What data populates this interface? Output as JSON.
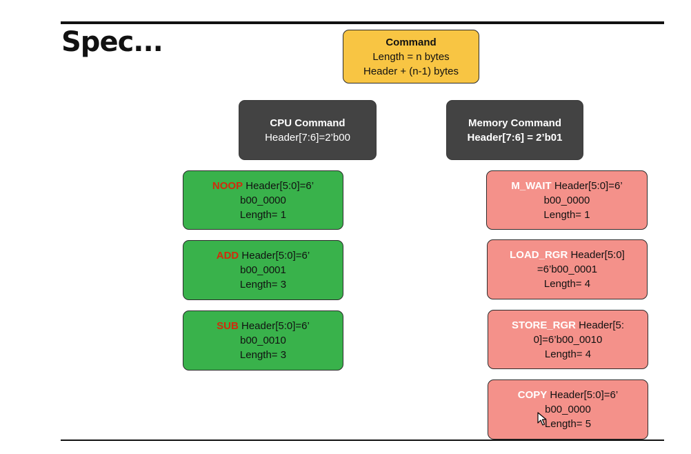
{
  "slide": {
    "title": "Spec..."
  },
  "root": {
    "line1": "Command",
    "line2": "Length = n bytes",
    "line3": "Header + (n-1) bytes"
  },
  "cpu": {
    "title": "CPU Command",
    "header": "Header[7:6]=2’b00",
    "commands": [
      {
        "name": "NOOP",
        "rest1": " Header[5:0]=6’",
        "line2": "b00_0000",
        "line3": "Length= 1"
      },
      {
        "name": "ADD",
        "rest1": " Header[5:0]=6’",
        "line2": "b00_0001",
        "line3": "Length= 3"
      },
      {
        "name": "SUB",
        "rest1": " Header[5:0]=6’",
        "line2": "b00_0010",
        "line3": "Length= 3"
      }
    ]
  },
  "memory": {
    "title": "Memory Command",
    "header": "Header[7:6] = 2’b01",
    "commands": [
      {
        "name": "M_WAIT",
        "rest1": " Header[5:0]=6’",
        "line2": "b00_0000",
        "line3": "Length= 1"
      },
      {
        "name": "LOAD_RGR",
        "rest1": " Header[5:0]",
        "line2": "=6’b00_0001",
        "line3": "Length= 4"
      },
      {
        "name": "STORE_RGR",
        "rest1": " Header[5:",
        "line2": "0]=6’b00_0010",
        "line3": "Length= 4"
      },
      {
        "name": "COPY",
        "rest1": " Header[5:0]=6’",
        "line2": "b00_0000",
        "line3": "Length= 5"
      }
    ]
  },
  "colors": {
    "root": "#f8c543",
    "category": "#434343",
    "cpu_op": "#39b24b",
    "mem_op": "#f4918a",
    "cpu_keyword": "#d12b0c",
    "mem_keyword": "#ffffff"
  }
}
